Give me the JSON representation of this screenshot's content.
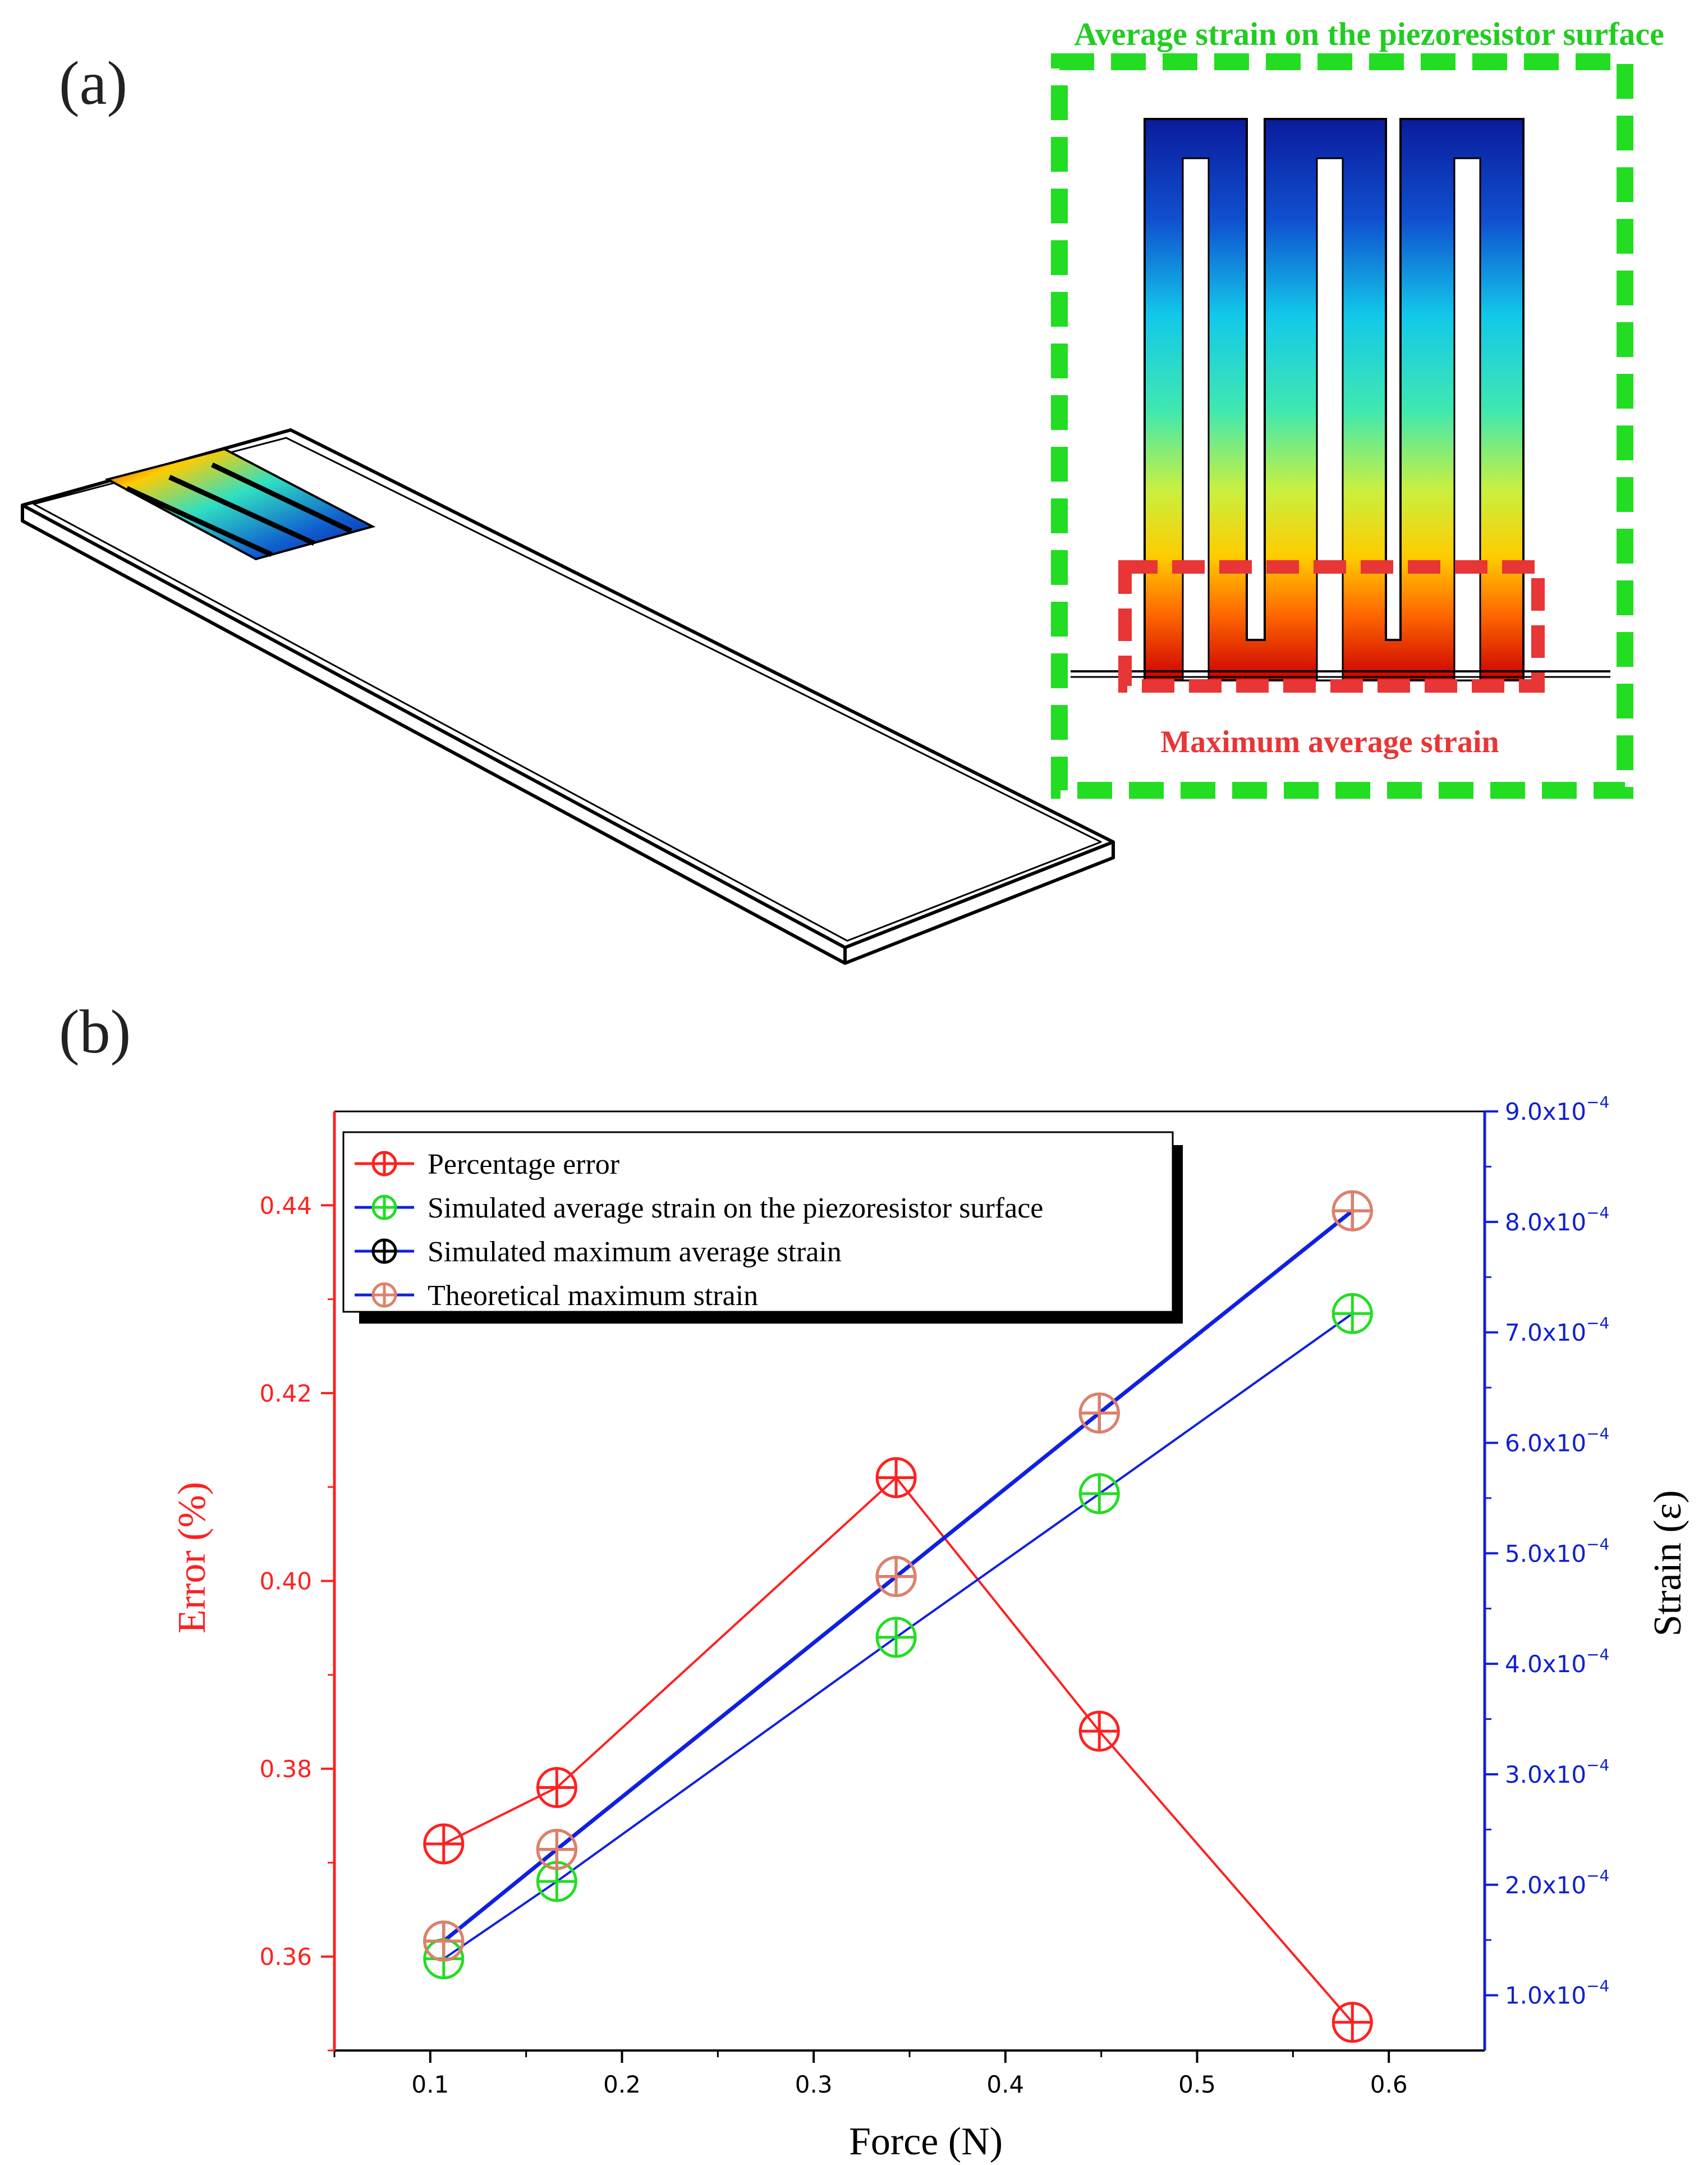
{
  "panel_labels": {
    "a": "(a)",
    "b": "(b)"
  },
  "panel_a": {
    "outer_box_label": "Average strain on the piezoresistor surface",
    "inner_box_label": "Maximum average strain",
    "colors": {
      "outer_box": "#22dd22",
      "inner_box": "#e83535"
    }
  },
  "chart_data": {
    "type": "line",
    "xlabel": "Force (N)",
    "ylabel_left": "Error (%)",
    "ylabel_right": "Strain  (ε)",
    "xlim": [
      0.05,
      0.65
    ],
    "ylim_left": [
      0.35,
      0.45
    ],
    "ylim_right": [
      5e-05,
      0.0009
    ],
    "x_ticks": [
      "0.1",
      "0.2",
      "0.3",
      "0.4",
      "0.5",
      "0.6"
    ],
    "y_left_ticks": [
      "0.36",
      "0.38",
      "0.40",
      "0.42",
      "0.44"
    ],
    "y_right_ticks": [
      "1.0x10",
      "2.0x10",
      "3.0x10",
      "4.0x10",
      "5.0x10",
      "6.0x10",
      "7.0x10",
      "8.0x10",
      "9.0x10"
    ],
    "y_right_tick_exponent": "−4",
    "y_right_tick_values": [
      0.0001,
      0.0002,
      0.0003,
      0.0004,
      0.0005,
      0.0006,
      0.0007,
      0.0008,
      0.0009
    ],
    "x": [
      0.107,
      0.166,
      0.343,
      0.449,
      0.581
    ],
    "legend_position": "top-left",
    "series": [
      {
        "name": "Percentage error",
        "axis": "left",
        "line_color": "#ff2020",
        "marker_color": "#ff2020",
        "values": [
          0.372,
          0.378,
          0.411,
          0.384,
          0.353
        ]
      },
      {
        "name": "Simulated average strain on the piezoresistor surface",
        "axis": "right",
        "line_color": "#1020e0",
        "marker_color": "#22dd22",
        "values": [
          0.000133,
          0.000203,
          0.000424,
          0.000554,
          0.000717
        ]
      },
      {
        "name": "Simulated maximum average strain",
        "axis": "right",
        "line_color": "#1020e0",
        "marker_color": "#000000",
        "values": [
          0.000149,
          0.000232,
          0.000479,
          0.000627,
          0.00081
        ]
      },
      {
        "name": "Theoretical maximum strain",
        "axis": "right",
        "line_color": "#1020e0",
        "marker_color": "#e0806a",
        "values": [
          0.000149,
          0.000232,
          0.000479,
          0.000627,
          0.00081
        ]
      }
    ]
  }
}
